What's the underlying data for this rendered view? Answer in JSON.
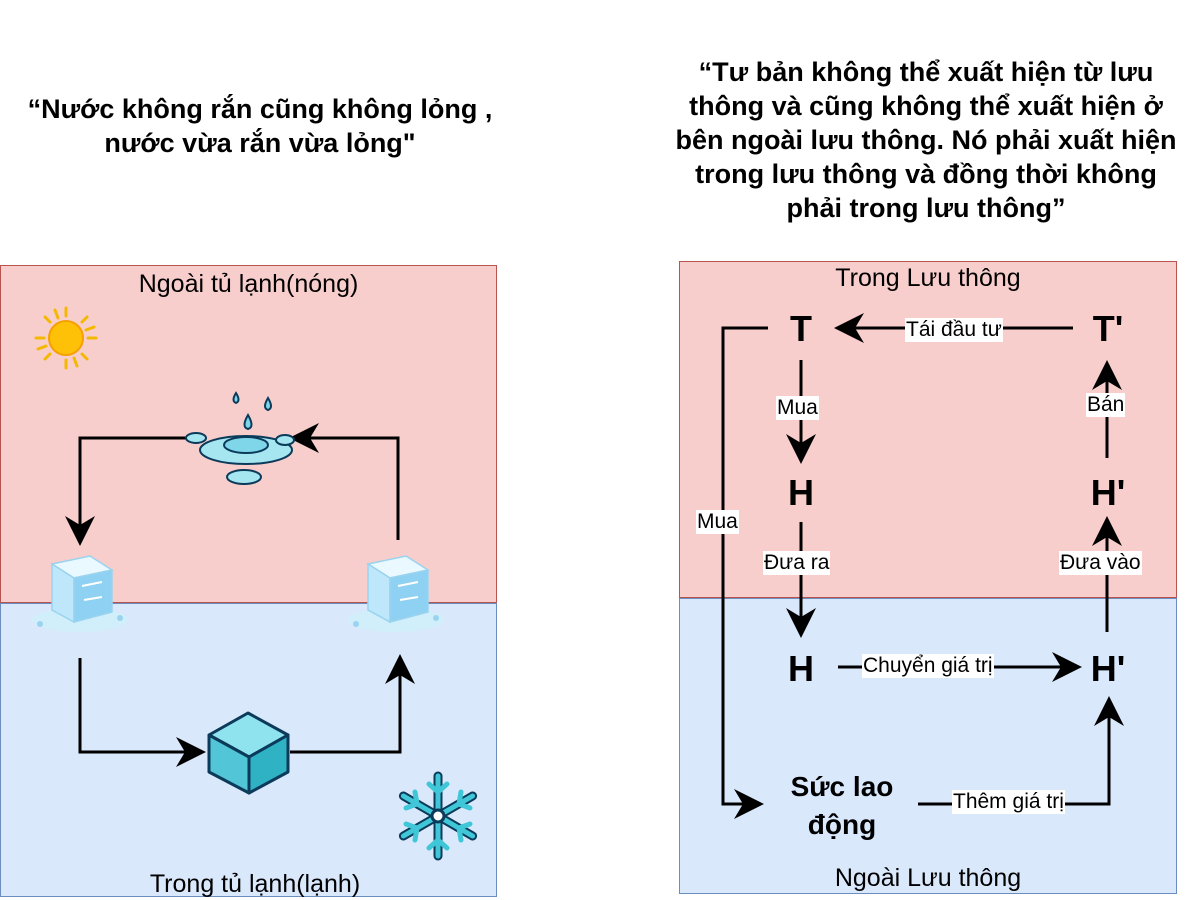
{
  "left_panel": {
    "quote": "“Nước không rắn cũng không lỏng , nước vừa rắn vừa lỏng\"",
    "top_zone_label": "Ngoài tủ lạnh(nóng)",
    "bottom_zone_label": "Trong tủ lạnh(lạnh)",
    "icons": [
      "sun-icon",
      "water-drops-icon",
      "melting-ice-cube-icon",
      "ice-cube-icon",
      "snowflake-icon"
    ]
  },
  "right_panel": {
    "quote": "“Tư bản không thể xuất hiện từ lưu thông và cũng không thể xuất hiện ở bên ngoài lưu thông. Nó phải xuất hiện trong lưu thông và đồng thời không phải trong lưu thông”",
    "top_zone_label": "Trong Lưu thông",
    "bottom_zone_label": "Ngoài Lưu thông",
    "nodes": {
      "t": "T",
      "t_prime": "T'",
      "h_top": "H",
      "h_prime_top": "H'",
      "h_bottom": "H",
      "h_prime_bottom": "H'",
      "labor": "Sức lao động"
    },
    "edges": {
      "reinvest": "Tái đầu tư",
      "buy": "Mua",
      "buy_left": "Mua",
      "sell": "Bán",
      "take_out": "Đưa ra",
      "bring_in": "Đưa vào",
      "transfer_value": "Chuyển giá trị",
      "add_value": "Thêm giá trị"
    }
  },
  "colors": {
    "hot_zone": "#f8cecc",
    "cold_zone": "#dae8fc",
    "hot_border": "#b85450",
    "cold_border": "#6c8ebf",
    "ice": "#63d3e0"
  }
}
